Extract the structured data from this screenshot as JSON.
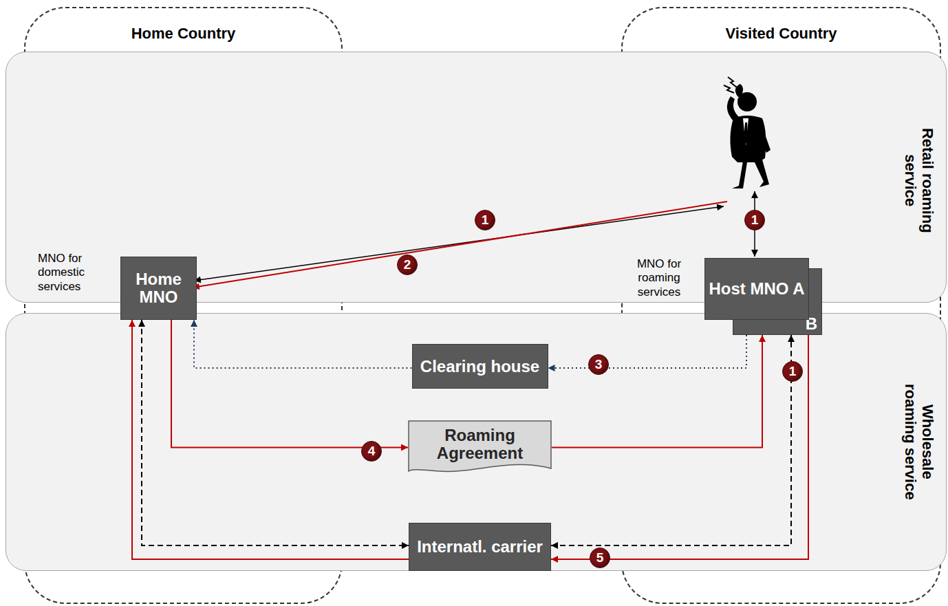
{
  "diagram": {
    "nodes": [
      {
        "text": [
          "Home Country"
        ]
      },
      {
        "text": [
          "Visited Country"
        ]
      },
      {
        "text": [
          "Retail roaming service"
        ]
      },
      {
        "text": [
          "Wholesale roaming service"
        ]
      },
      {
        "text": [
          "MNO for domestic services",
          "Home MNO"
        ],
        "in": 0
      },
      {
        "text": [
          "B"
        ],
        "in": 1
      },
      {
        "text": [
          "MNO for roaming services",
          "Host MNO A"
        ],
        "in": 1
      },
      {
        "text": [
          "Clearing house"
        ],
        "in": 3
      },
      {
        "text": [
          "Roaming Agreement"
        ],
        "in": 3
      },
      {
        "text": [
          "Internatl. carrier"
        ],
        "in": 3
      }
    ],
    "edges": [
      {
        "from": 5,
        "to": 7,
        "arrow": "to"
      },
      {
        "from": 7,
        "to": 4,
        "arrow": "to"
      },
      {
        "from": 4,
        "to": 8,
        "arrow": "to"
      },
      {
        "from": 8,
        "to": 5,
        "arrow": "to"
      },
      {
        "from": 4,
        "to": 9,
        "arrow": "both"
      },
      {
        "from": 9,
        "to": 5,
        "arrow": "both"
      },
      {
        "from": 5,
        "to": 9,
        "arrow": "to"
      },
      {
        "from": 9,
        "to": 4,
        "arrow": "to"
      }
    ],
    "labels": [
      "1",
      "2",
      "1",
      "3",
      "1",
      "4",
      "5"
    ]
  }
}
